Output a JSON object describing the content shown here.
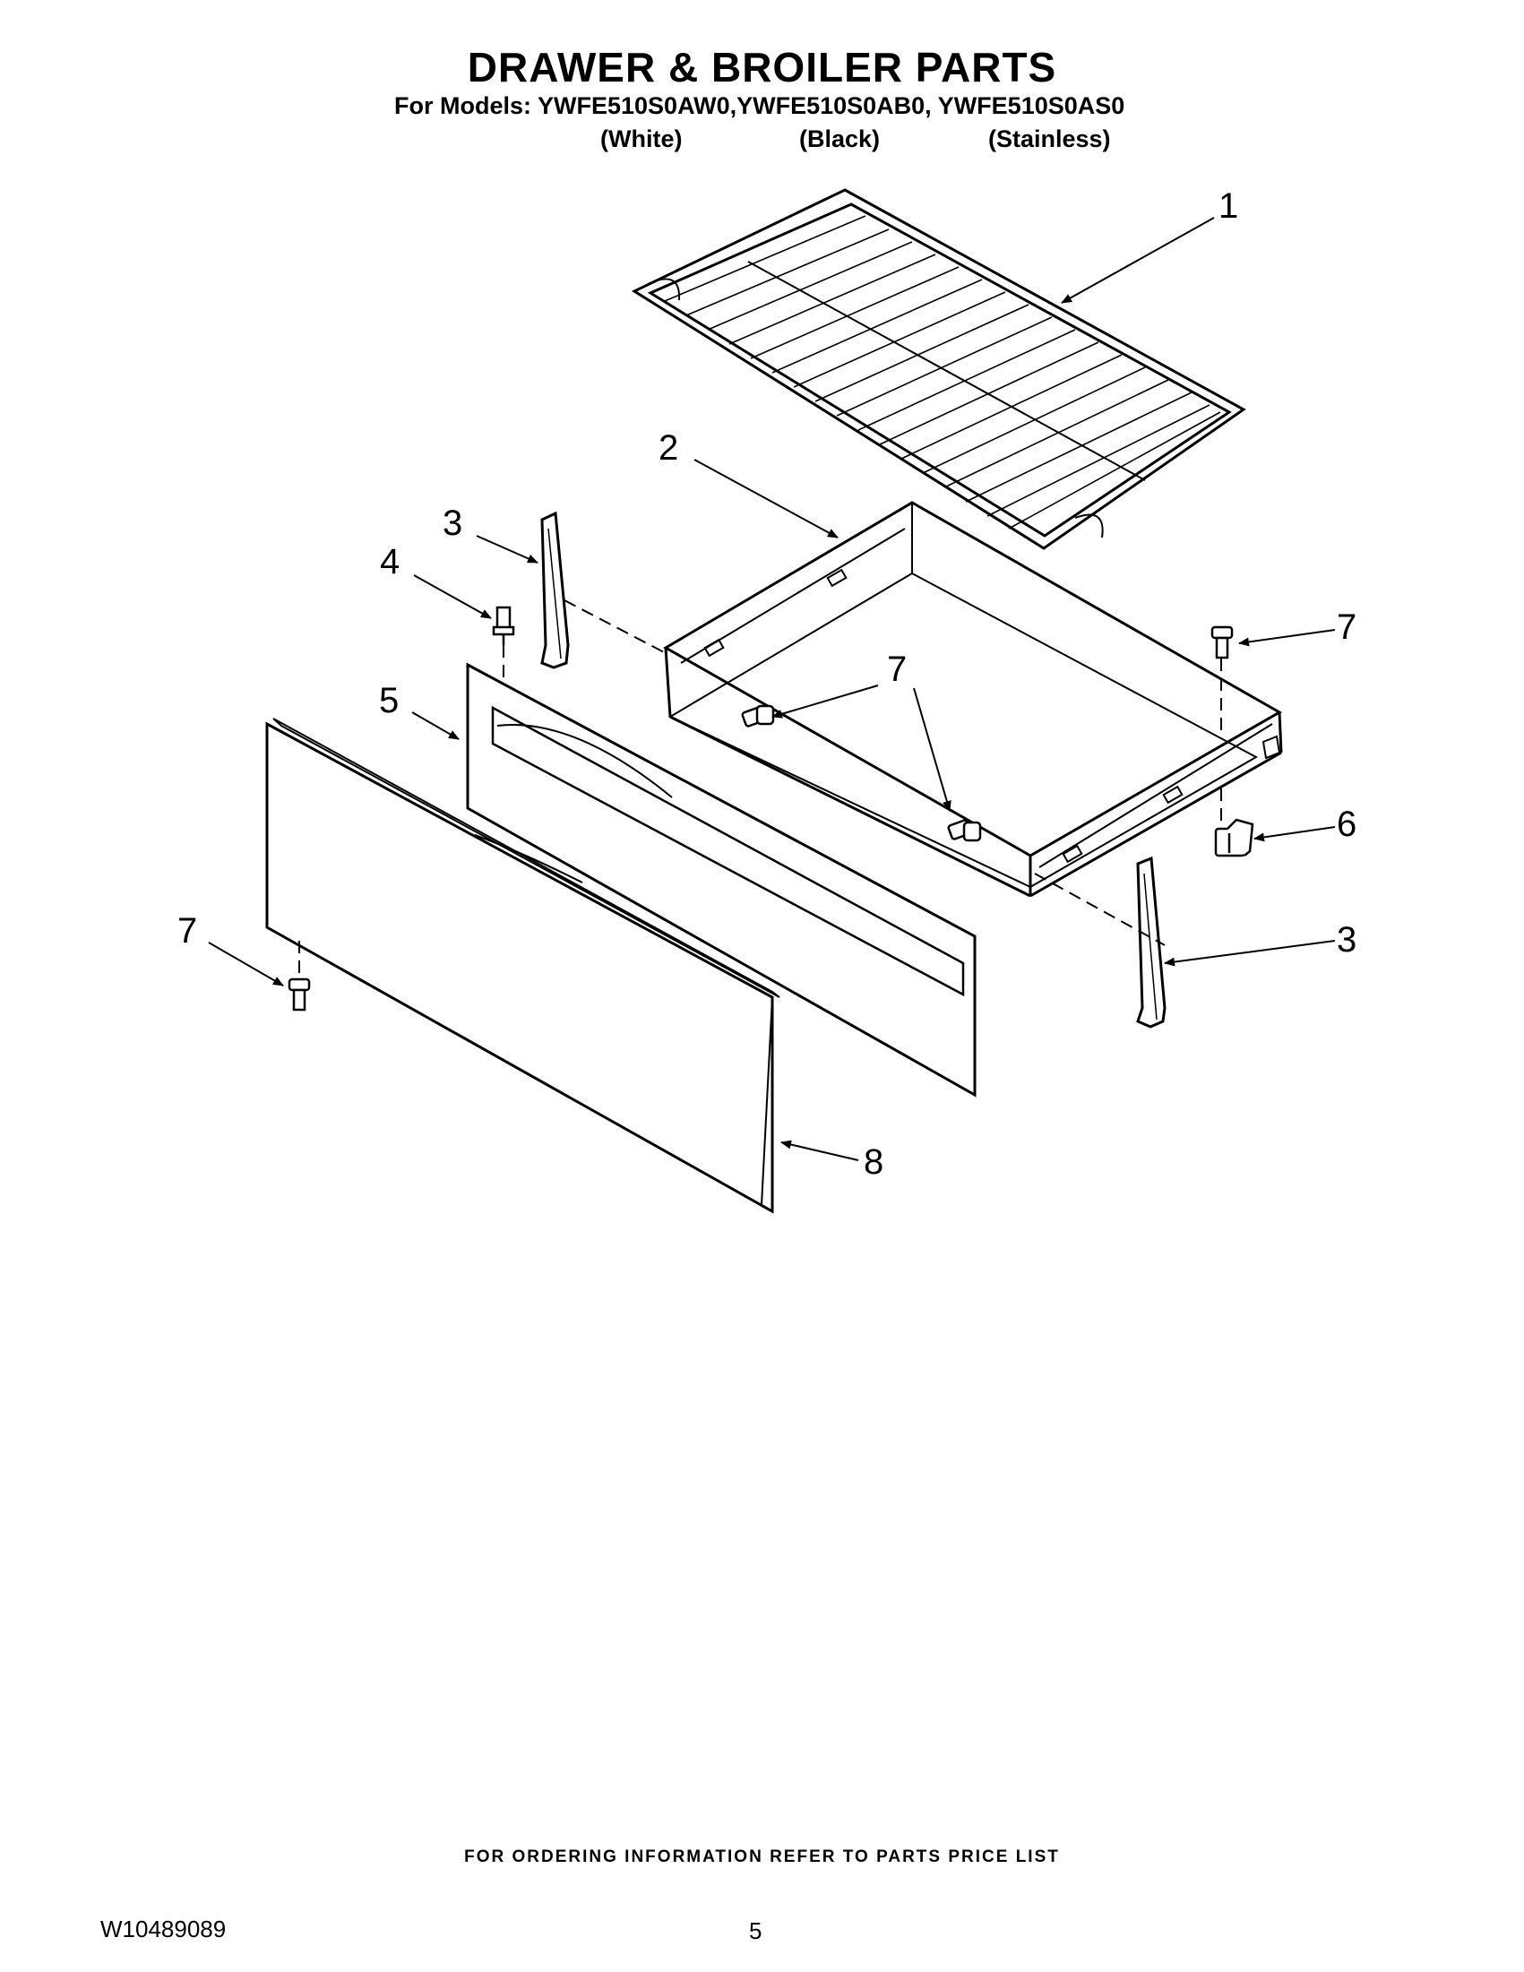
{
  "header": {
    "title": "DRAWER & BROILER PARTS",
    "models_line": "For Models: YWFE510S0AW0,YWFE510S0AB0, YWFE510S0AS0",
    "variants": [
      "(White)",
      "(Black)",
      "(Stainless)"
    ]
  },
  "callouts": {
    "c1": "1",
    "c2": "2",
    "c3_left": "3",
    "c3_right": "3",
    "c4": "4",
    "c5": "5",
    "c6": "6",
    "c7_right": "7",
    "c7_center": "7",
    "c7_left": "7",
    "c8": "8"
  },
  "footer": {
    "note": "FOR ORDERING INFORMATION REFER TO PARTS PRICE LIST",
    "doc_id": "W10489089",
    "page": "5"
  }
}
